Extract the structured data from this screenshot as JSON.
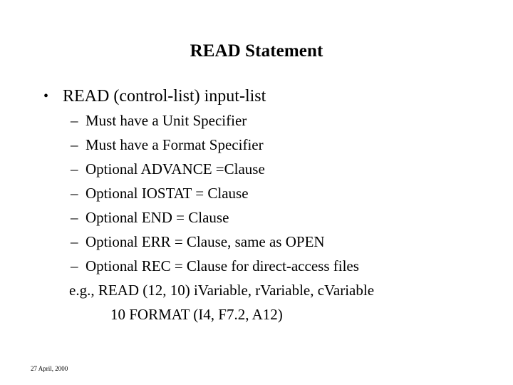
{
  "slide": {
    "title": "READ Statement",
    "bullet_marker": "•",
    "dash_marker": "–",
    "main_bullet": "READ (control-list) input-list",
    "sub_bullets": [
      "Must have a Unit Specifier",
      "Must have a Format Specifier",
      "Optional ADVANCE =Clause",
      "Optional IOSTAT = Clause",
      "Optional END = Clause",
      "Optional ERR = Clause, same as OPEN",
      "Optional REC = Clause for direct-access files"
    ],
    "example_lines": [
      "e.g., READ (12, 10) iVariable, rVariable, cVariable",
      "10 FORMAT (I4, F7.2, A12)"
    ],
    "footer_date": "27 April, 2000"
  }
}
